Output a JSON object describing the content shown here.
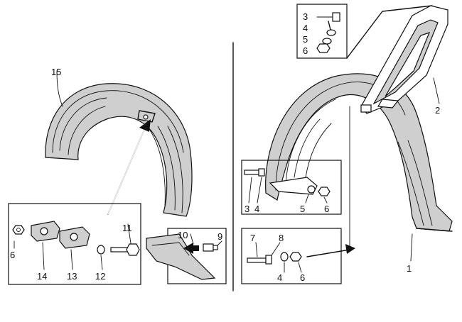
{
  "labels": {
    "l1": "1",
    "l2": "2",
    "l3a": "3",
    "l4a": "4",
    "l5a": "5",
    "l6a": "6",
    "l3b": "3",
    "l4b": "4",
    "l5b": "5",
    "l6b": "6",
    "l7": "7",
    "l8": "8",
    "l4c": "4",
    "l6c": "6",
    "l6d": "6",
    "l14": "14",
    "l13": "13",
    "l12": "12",
    "l11": "11",
    "l10": "10",
    "l9": "9",
    "l15": "15"
  }
}
